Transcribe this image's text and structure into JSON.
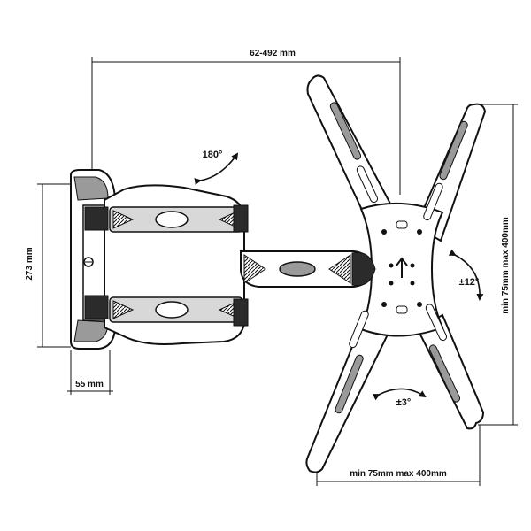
{
  "dimensions": {
    "extension_range": "62-492 mm",
    "wall_plate_height": "273 mm",
    "wall_plate_depth": "55 mm",
    "vesa_vertical": "min 75mm max 400mm",
    "vesa_horizontal": "min 75mm max 400mm"
  },
  "rotations": {
    "swivel": "180°",
    "tilt": "±12°",
    "level": "±3°"
  },
  "colors": {
    "line": "#111111",
    "fill": "#ffffff",
    "shade": "#9a9a9a",
    "dark": "#2b2b2b"
  }
}
